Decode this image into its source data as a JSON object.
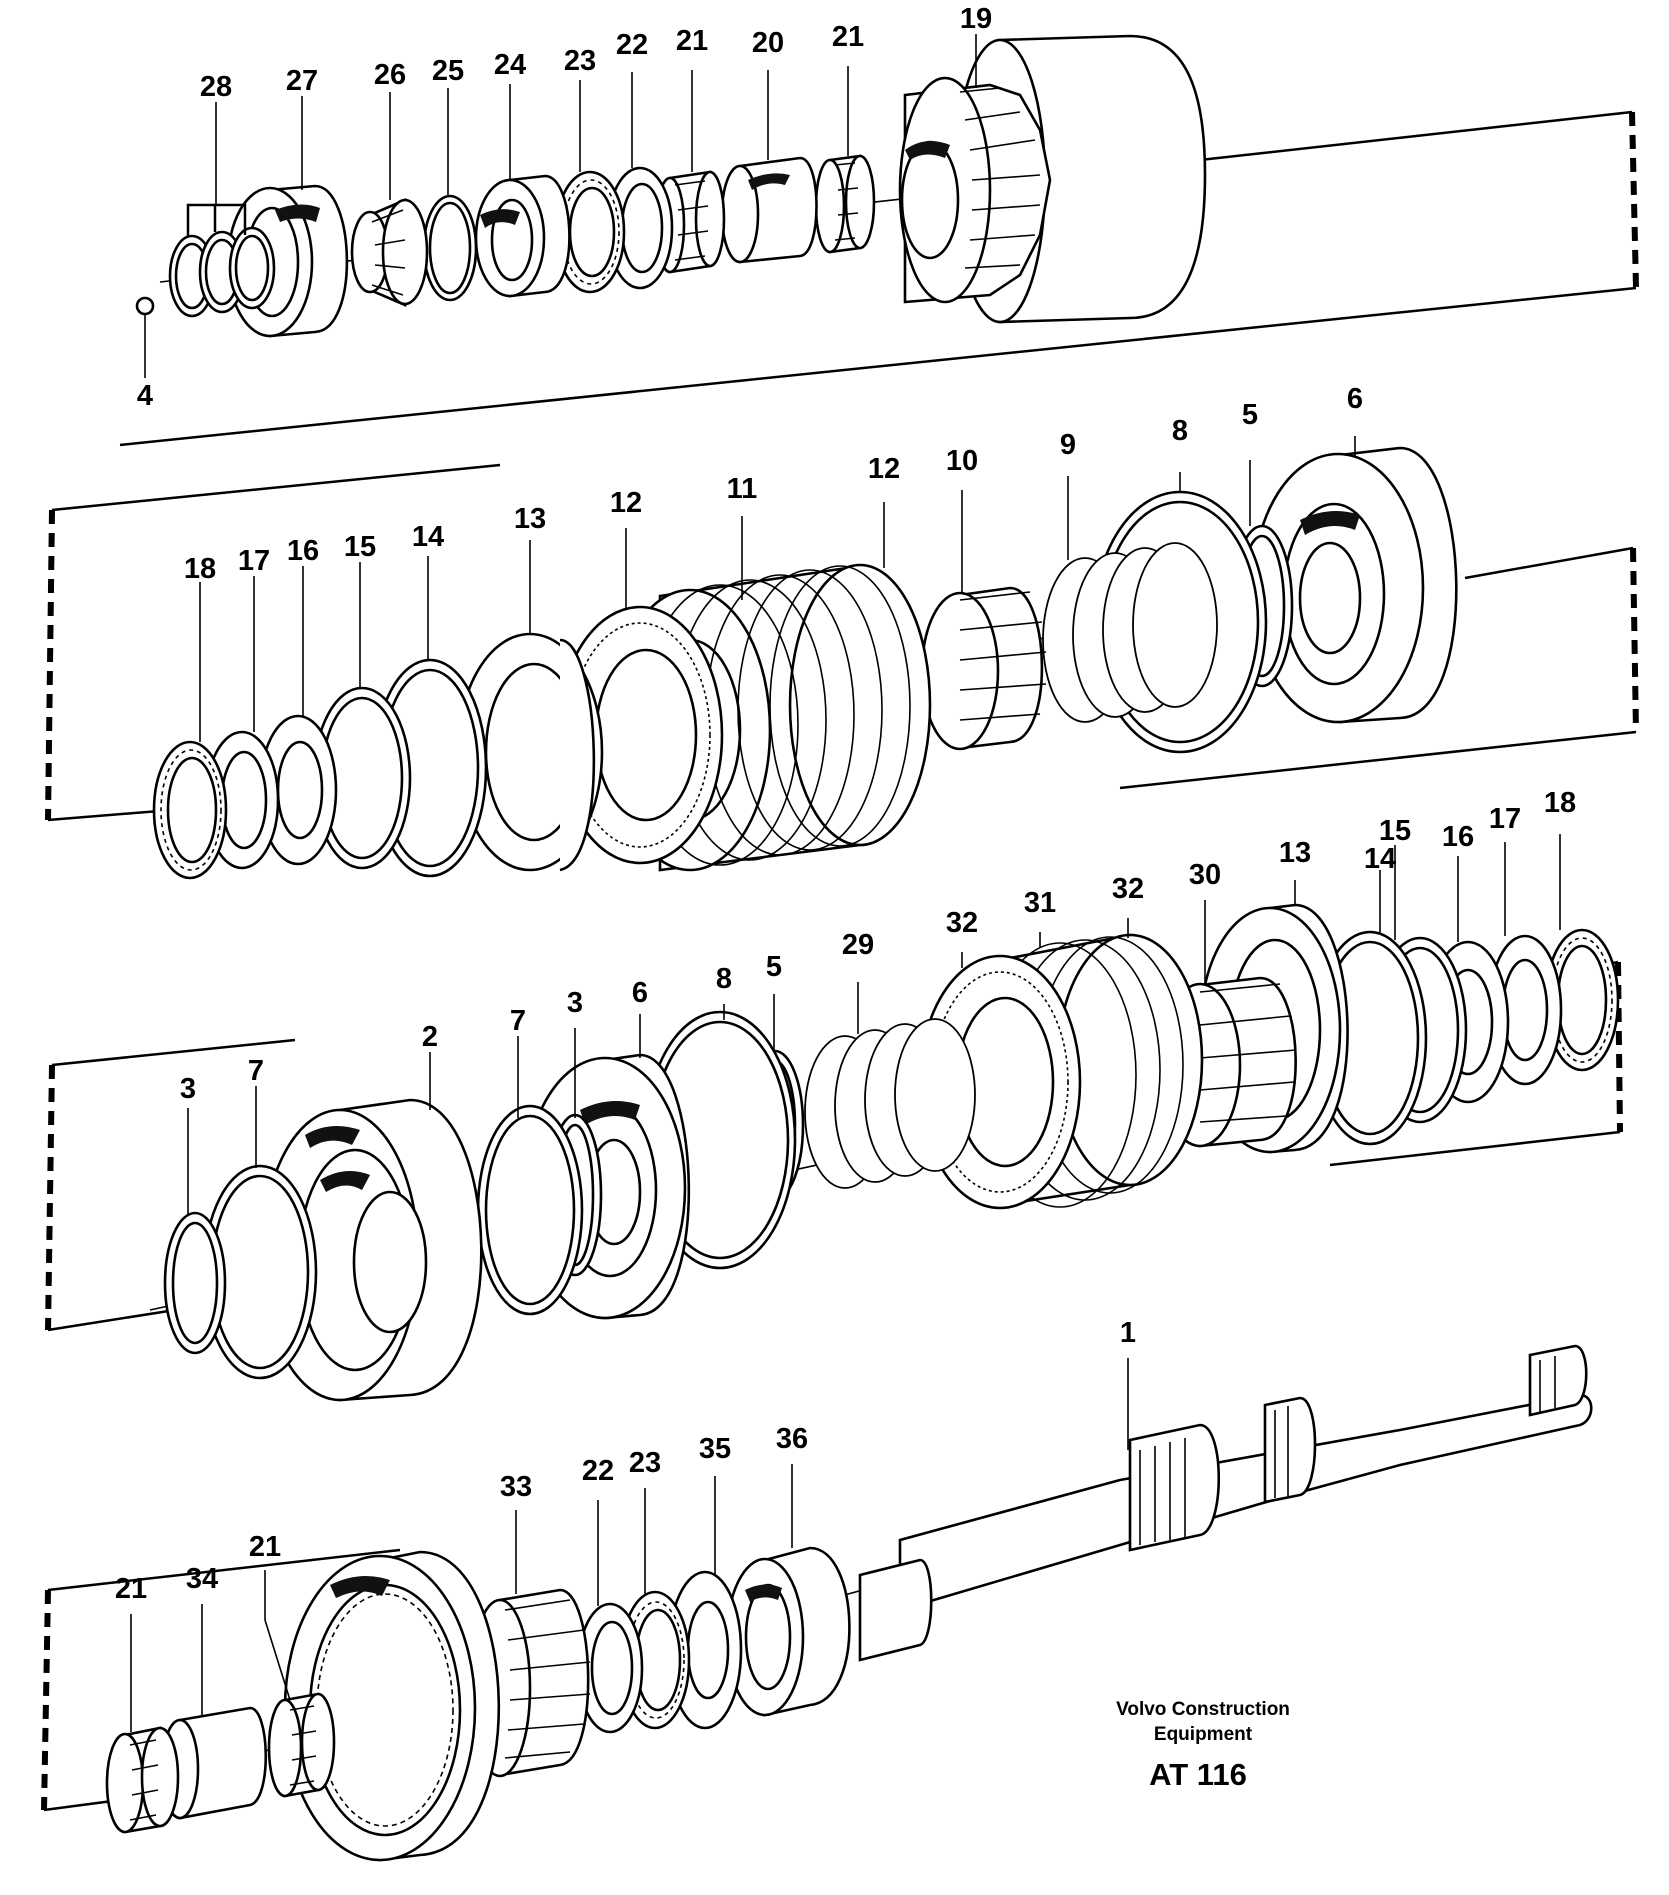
{
  "diagram": {
    "publisher": [
      "Volvo Construction",
      "Equipment"
    ],
    "drawing_code": "AT 116"
  },
  "labels": {
    "L4": "4",
    "L28": "28",
    "L27": "27",
    "L26": "26",
    "L25": "25",
    "L24": "24",
    "L23a": "23",
    "L22a": "22",
    "L21a": "21",
    "L20": "20",
    "L21b": "21",
    "L19": "19",
    "L18a": "18",
    "L17a": "17",
    "L16a": "16",
    "L15a": "15",
    "L14a": "14",
    "L13a": "13",
    "L12a": "12",
    "L11": "11",
    "L12b": "12",
    "L10": "10",
    "L9": "9",
    "L8a": "8",
    "L5a": "5",
    "L6a": "6",
    "L3a": "3",
    "L7a": "7",
    "L2": "2",
    "L7b": "7",
    "L3b": "3",
    "L6b": "6",
    "L8b": "8",
    "L5b": "5",
    "L29": "29",
    "L32a": "32",
    "L31": "31",
    "L32b": "32",
    "L30": "30",
    "L13b": "13",
    "L14b": "14",
    "L15b": "15",
    "L16b": "16",
    "L17b": "17",
    "L18b": "18",
    "L1": "1",
    "L21c": "21",
    "L34": "34",
    "L21d": "21",
    "L33": "33",
    "L22b": "22",
    "L23b": "23",
    "L35": "35",
    "L36": "36"
  }
}
